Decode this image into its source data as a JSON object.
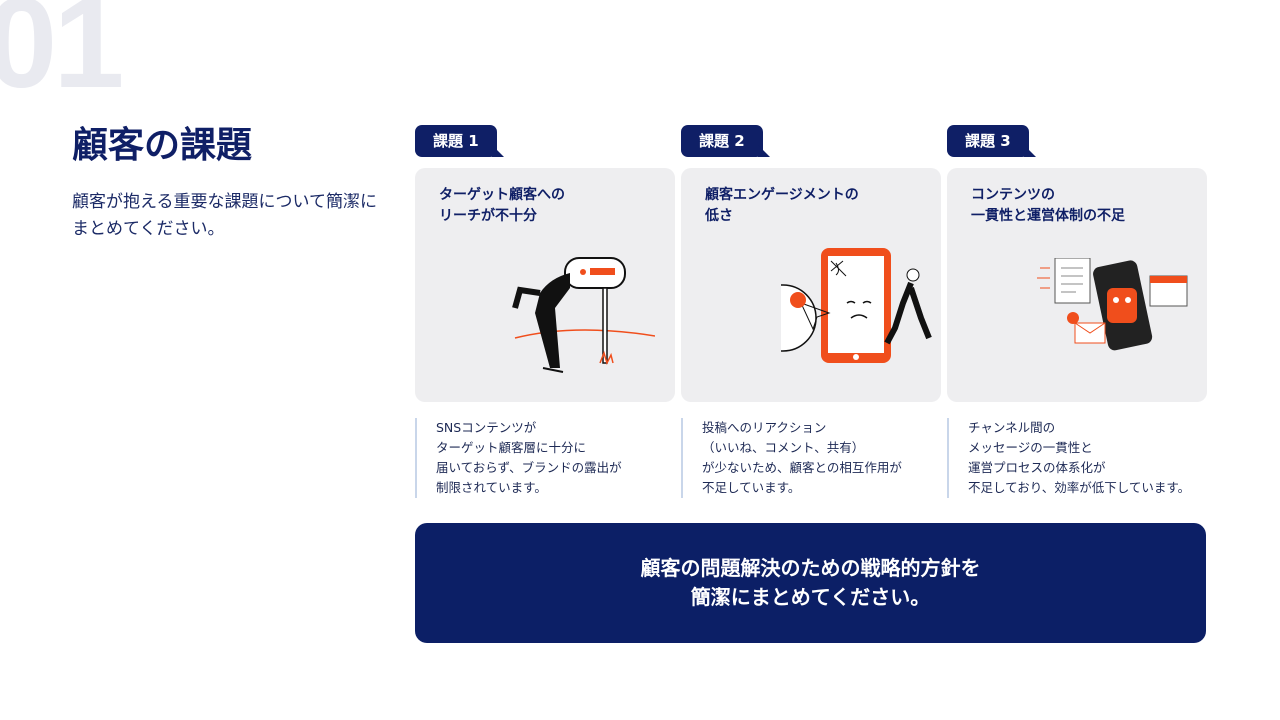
{
  "slide_number": "01",
  "title": "顧客の課題",
  "subtitle": "顧客が抱える重要な課題について簡潔にまとめてください。",
  "colors": {
    "navy": "#0f1f66",
    "accent": "#f04e1c",
    "card_bg": "#eeeef0"
  },
  "issues": [
    {
      "tag": "課題 1",
      "heading": "ターゲット顧客への\nリーチが不十分",
      "illustration": "person-looking-into-mailbox",
      "description": "SNSコンテンツが\nターゲット顧客層に十分に\n届いておらず、ブランドの露出が\n制限されています。"
    },
    {
      "tag": "課題 2",
      "heading": "顧客エンゲージメントの\n低さ",
      "illustration": "sad-phone-with-cobweb",
      "description": "投稿へのリアクション\n（いいね、コメント、共有）\nが少ないため、顧客との相互作用が\n不足しています。"
    },
    {
      "tag": "課題 3",
      "heading": "コンテンツの\n一貫性と運営体制の不足",
      "illustration": "robot-phone-calendar-documents",
      "description": "チャンネル間の\nメッセージの一貫性と\n運営プロセスの体系化が\n不足しており、効率が低下しています。"
    }
  ],
  "cta": "顧客の問題解決のための戦略的方針を\n簡潔にまとめてください。"
}
